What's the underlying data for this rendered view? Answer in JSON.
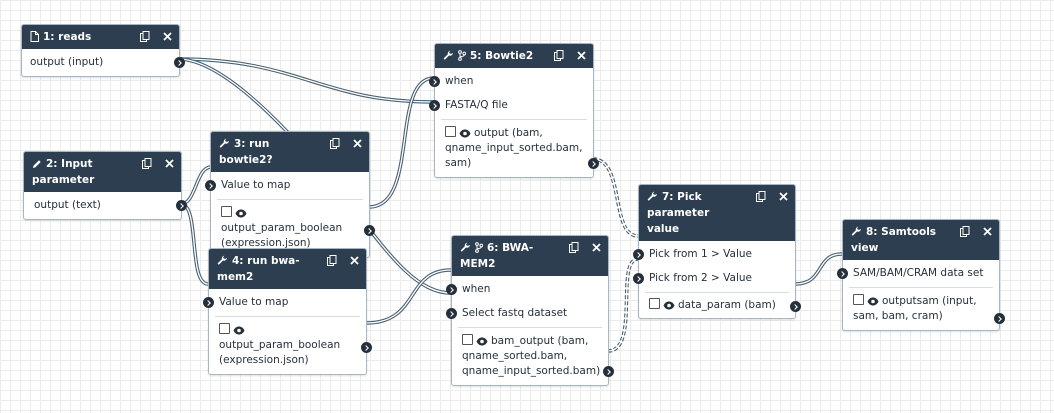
{
  "nodes": {
    "reads": {
      "title": "1: reads",
      "output": "output (input)"
    },
    "input_param": {
      "title": "2: Input parameter",
      "output": "output (text)"
    },
    "run_bowtie2": {
      "title": "3: run bowtie2?",
      "input": "Value to map",
      "output": "output_param_boolean (expression.json)"
    },
    "run_bwamem2": {
      "title": "4: run bwa-mem2",
      "input": "Value to map",
      "output": "output_param_boolean (expression.json)"
    },
    "bowtie2": {
      "title": "5: Bowtie2",
      "inputs": [
        "when",
        "FASTA/Q file"
      ],
      "output": "output (bam, qname_input_sorted.bam, sam)"
    },
    "bwamem2": {
      "title": "6: BWA-MEM2",
      "inputs": [
        "when",
        "Select fastq dataset"
      ],
      "output": "bam_output (bam, qname_sorted.bam, qname_input_sorted.bam)"
    },
    "pick_param": {
      "title": "7: Pick parameter value",
      "inputs": [
        "Pick from 1 > Value",
        "Pick from 2 > Value"
      ],
      "output": "data_param (bam)"
    },
    "samtools": {
      "title": "8: Samtools view",
      "input": "SAM/BAM/CRAM data set",
      "output": "outputsam (input, sam, bam, cram)"
    }
  },
  "icons": {
    "clone": "clone-icon",
    "close": "close-icon",
    "file": "file-icon",
    "pencil": "pencil-icon",
    "wrench": "wrench-icon",
    "branch": "branch-icon",
    "eye": "eye-icon"
  },
  "colors": {
    "header": "#2c3e50",
    "edge": "#4a6072",
    "terminal": "#25303b"
  }
}
